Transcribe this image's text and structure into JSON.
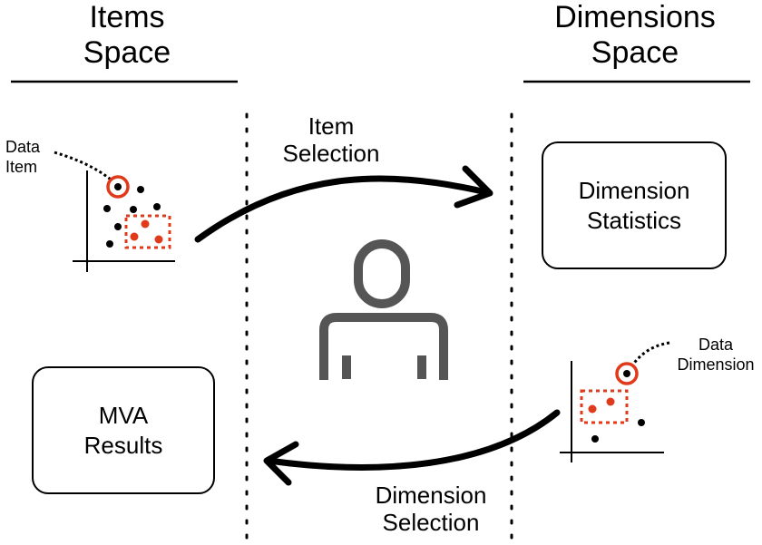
{
  "items_space": {
    "title_line1": "Items",
    "title_line2": "Space"
  },
  "dimensions_space": {
    "title_line1": "Dimensions",
    "title_line2": "Space"
  },
  "item_selection": {
    "line1": "Item",
    "line2": "Selection"
  },
  "dimension_selection": {
    "line1": "Dimension",
    "line2": "Selection"
  },
  "dimension_statistics": {
    "line1": "Dimension",
    "line2": "Statistics"
  },
  "mva_results": {
    "line1": "MVA",
    "line2": "Results"
  },
  "data_item": {
    "line1": "Data",
    "line2": "Item"
  },
  "data_dimension": {
    "line1": "Data",
    "line2": "Dimension"
  },
  "colors": {
    "accent": "#e03a1b",
    "ink": "#000000",
    "user_icon": "#555555"
  },
  "icons": {
    "center": "user-icon"
  }
}
